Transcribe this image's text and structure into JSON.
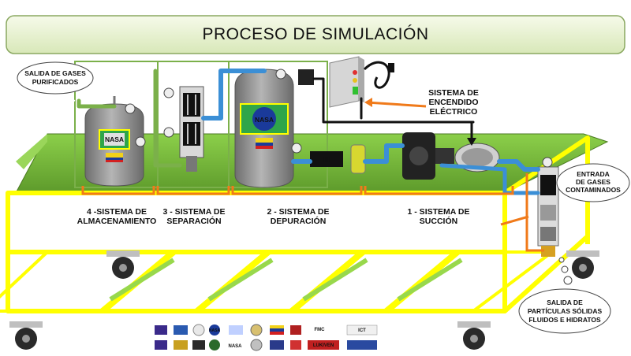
{
  "title": "PROCESO DE SIMULACIÓN",
  "labels": {
    "salida_gases": [
      "SALIDA DE GASES",
      "PURIFICADOS"
    ],
    "sistema_encendido": [
      "SISTEMA DE",
      "ENCENDIDO",
      "ELÉCTRICO"
    ],
    "entrada_gases": [
      "ENTRADA",
      "DE GASES",
      "CONTAMINADOS"
    ],
    "salida_particulas": [
      "SALIDA DE",
      "PARTÍCULAS  SÓLIDAS",
      "FLUIDOS E HIDRATOS"
    ],
    "stage_4": [
      "4 -SISTEMA DE",
      "ALMACENAMIENTO"
    ],
    "stage_3": [
      "3 - SISTEMA DE",
      "SEPARACIÓN"
    ],
    "stage_2": [
      "2 - SISTEMA DE",
      "DEPURACIÓN"
    ],
    "stage_1": [
      "1 - SISTEMA DE",
      "SUCCIÓN"
    ]
  },
  "equipment": {
    "nasa_tag": "NASA",
    "filter_text": "||||"
  },
  "logos": {
    "row1": [
      "",
      "",
      "NASA",
      "",
      "",
      "",
      "FMC",
      "ICT"
    ],
    "row2": [
      "",
      "",
      "NASA",
      "",
      "",
      "",
      "LUKIVEN",
      ""
    ]
  },
  "colors": {
    "frame": "#ffff00",
    "platform": "#7cbf3a",
    "tank": "#8a8a8a",
    "pipe_blue": "#3b8fd6",
    "pipe_green": "#6fa832",
    "bracket": "#f07a1a",
    "title_bg": "#eaf3d8"
  }
}
